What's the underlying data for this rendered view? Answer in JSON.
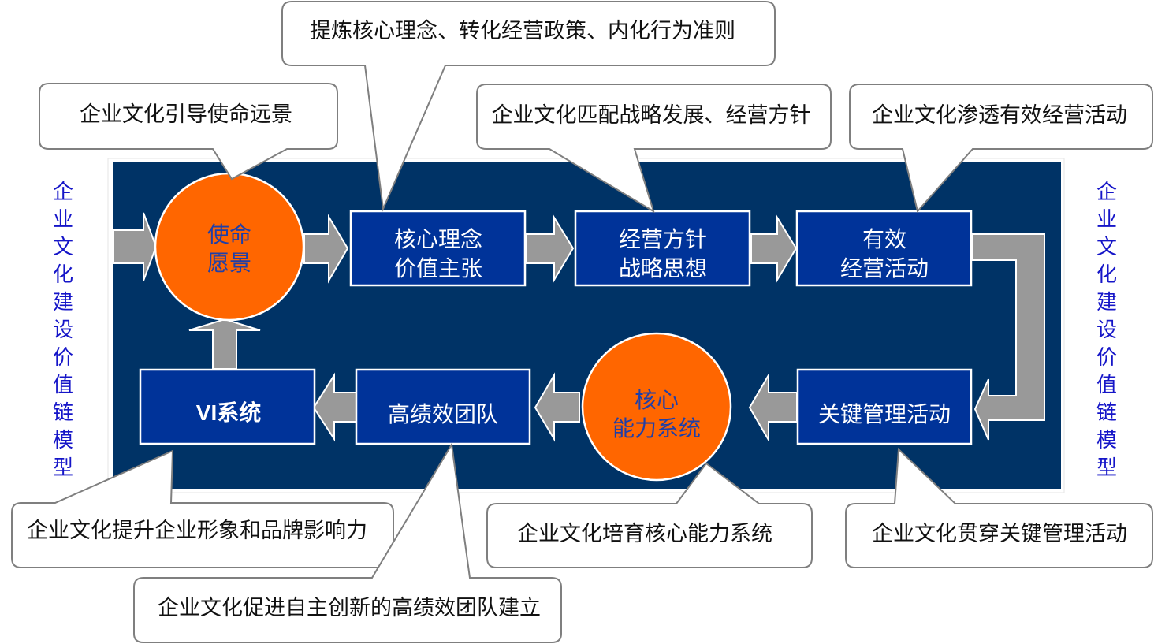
{
  "colors": {
    "panel_bg": "#003366",
    "box_fill": "#003399",
    "circle_fill": "#FF6600",
    "circle_text": "#1F3FA8",
    "arrow_fill": "#999999",
    "side_label": "#1515C8",
    "callout_border": "#7F7F7F"
  },
  "side_labels": {
    "left": [
      "企",
      "业",
      "文",
      "化",
      "建",
      "设",
      "价",
      "值",
      "链",
      "模",
      "型"
    ],
    "right": [
      "企",
      "业",
      "文",
      "化",
      "建",
      "设",
      "价",
      "值",
      "链",
      "模",
      "型"
    ]
  },
  "nodes": {
    "mission": {
      "line1": "使命",
      "line2": "愿景"
    },
    "core_values": {
      "line1": "核心理念",
      "line2": "价值主张"
    },
    "strategy": {
      "line1": "经营方针",
      "line2": "战略思想"
    },
    "effective_ops": {
      "line1": "有效",
      "line2": "经营活动"
    },
    "key_mgmt": {
      "label": "关键管理活动"
    },
    "core_capability": {
      "line1": "核心",
      "line2": "能力系统"
    },
    "team": {
      "label": "高绩效团队"
    },
    "vi": {
      "label": "VI系统"
    }
  },
  "callouts": {
    "mission": "企业文化引导使命远景",
    "core_values": "提炼核心理念、转化经营政策、内化行为准则",
    "strategy": "企业文化匹配战略发展、经营方针",
    "effective_ops": "企业文化渗透有效经营活动",
    "vi": "企业文化提升企业形象和品牌影响力",
    "team": "企业文化促进自主创新的高绩效团队建立",
    "core_capability": "企业文化培育核心能力系统",
    "key_mgmt": "企业文化贯穿关键管理活动"
  }
}
